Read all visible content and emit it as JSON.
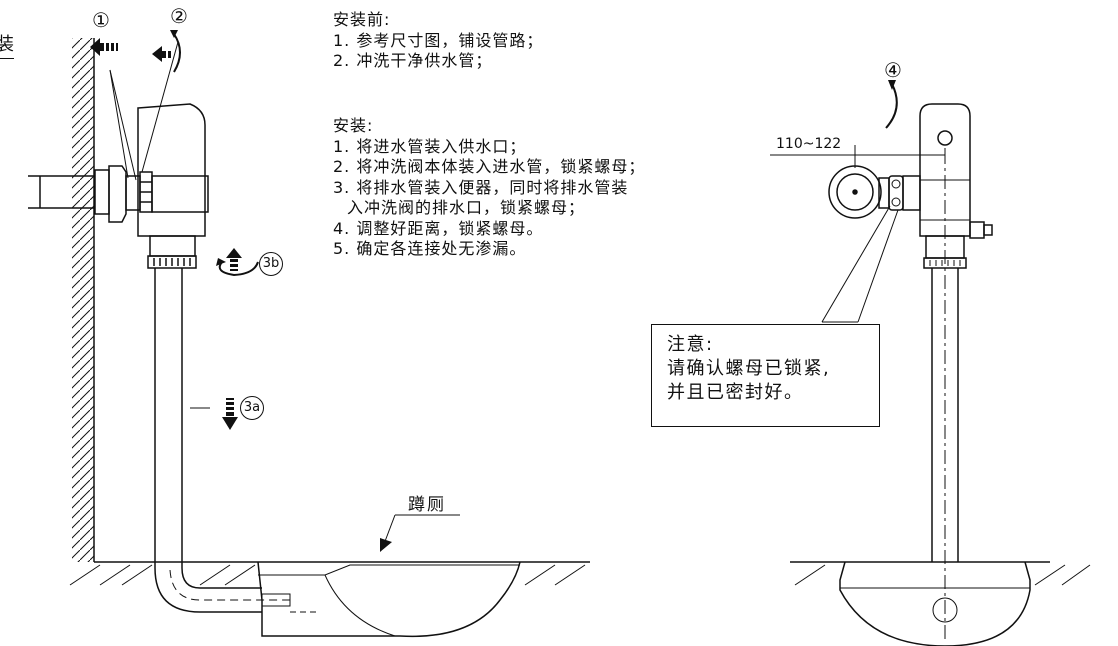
{
  "edge_char": "装",
  "before_install": {
    "title": "安装前:",
    "steps": [
      "1. 参考尺寸图，铺设管路；",
      "2. 冲洗干净供水管；"
    ]
  },
  "install": {
    "title": "安装:",
    "steps": [
      "1. 将进水管装入供水口；",
      "2. 将冲洗阀本体装入进水管，锁紧螺母；",
      "3. 将排水管装入便器，同时将排水管装",
      "入冲洗阀的排水口，锁紧螺母；",
      "4. 调整好距离，锁紧螺母。",
      "5. 确定各连接处无渗漏。"
    ]
  },
  "note": {
    "title": "注意:",
    "line1": "请确认螺母已锁紧,",
    "line2": "并且已密封好。"
  },
  "labels": {
    "step1": "①",
    "step2": "②",
    "step3a": "3a",
    "step3b": "3b",
    "step4": "④",
    "dimension": "110~122",
    "toilet": "蹲厕"
  },
  "colors": {
    "line": "#111111",
    "background": "#ffffff"
  }
}
